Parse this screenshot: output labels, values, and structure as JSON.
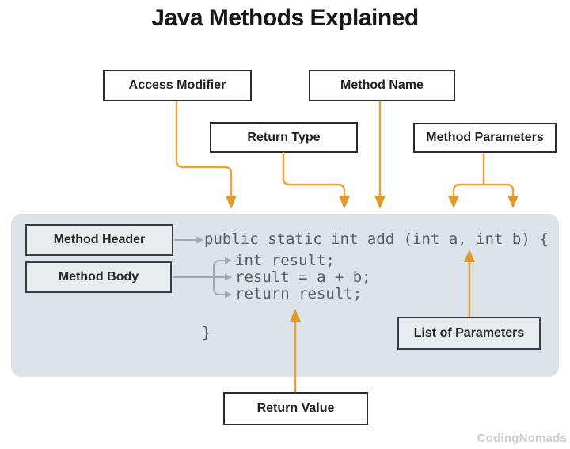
{
  "title": "Java Methods Explained",
  "watermark": "CodingNomads",
  "labels": {
    "access_modifier": "Access Modifier",
    "method_name": "Method Name",
    "return_type": "Return Type",
    "method_parameters": "Method Parameters",
    "method_header": "Method Header",
    "method_body": "Method Body",
    "list_of_parameters": "List of Parameters",
    "return_value": "Return Value"
  },
  "code": {
    "line1": "public static int add (int a, int b) {",
    "line2": "int result;",
    "line3": "result = a + b;",
    "line4": "return result;",
    "closing_brace": "}"
  },
  "colors": {
    "arrow_orange": "#E8A43F",
    "arrow_orange_head": "#DF9A2B",
    "connector_gray": "#9FA8B0",
    "panel_bg": "#DCE3E9",
    "code_text": "#565C62",
    "box_border": "#2B2B2B"
  }
}
